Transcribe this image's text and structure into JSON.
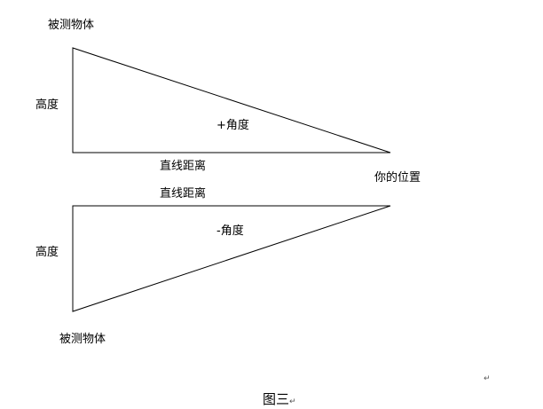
{
  "top_figure": {
    "object_label": "被测物体",
    "height_label": "高度",
    "angle_label": "+角度",
    "distance_label": "直线距离",
    "observer_label": "你的位置"
  },
  "bottom_figure": {
    "distance_label": "直线距离",
    "angle_label": "-角度",
    "height_label": "高度",
    "object_label": "被测物体"
  },
  "caption": {
    "text": "图三",
    "paragraph_mark": "↵"
  },
  "colors": {
    "line": "#000000",
    "background": "#ffffff"
  }
}
